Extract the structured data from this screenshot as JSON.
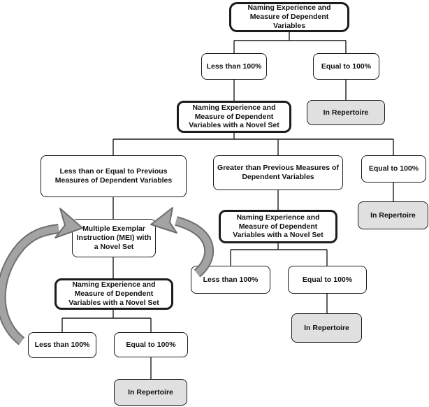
{
  "nodes": {
    "root": {
      "label": "Naming Experience and Measure of Dependent Variables"
    },
    "lt100_1": {
      "label": "Less than 100%"
    },
    "eq100_1": {
      "label": "Equal to 100%"
    },
    "probe1": {
      "label": "Naming Experience and Measure of Dependent Variables with a Novel Set"
    },
    "inrep1": {
      "label": "In Repertoire"
    },
    "lte_prev": {
      "label": "Less than or Equal to Previous Measures of Dependent Variables"
    },
    "gt_prev": {
      "label": "Greater than Previous Measures of Dependent Variables"
    },
    "eq100_2": {
      "label": "Equal to 100%"
    },
    "inrep2": {
      "label": "In Repertoire"
    },
    "mei": {
      "label": "Multiple Exemplar Instruction (MEI) with a Novel Set"
    },
    "probe2": {
      "label": "Naming Experience and Measure of Dependent Variables with a Novel Set"
    },
    "lt100_2": {
      "label": "Less than 100%"
    },
    "eq100_3": {
      "label": "Equal to 100%"
    },
    "inrep3": {
      "label": "In Repertoire"
    },
    "probe3": {
      "label": "Naming Experience and Measure of Dependent Variables with a Novel Set"
    },
    "lt100_3": {
      "label": "Less than 100%"
    },
    "eq100_4": {
      "label": "Equal to 100%"
    },
    "inrep4": {
      "label": "In Repertoire"
    }
  },
  "colors": {
    "repertoire_fill": "#e0e0e0",
    "arrow_fill": "#a3a3a3",
    "arrow_outline": "#6f6f6f",
    "line": "#1c1c1c"
  }
}
